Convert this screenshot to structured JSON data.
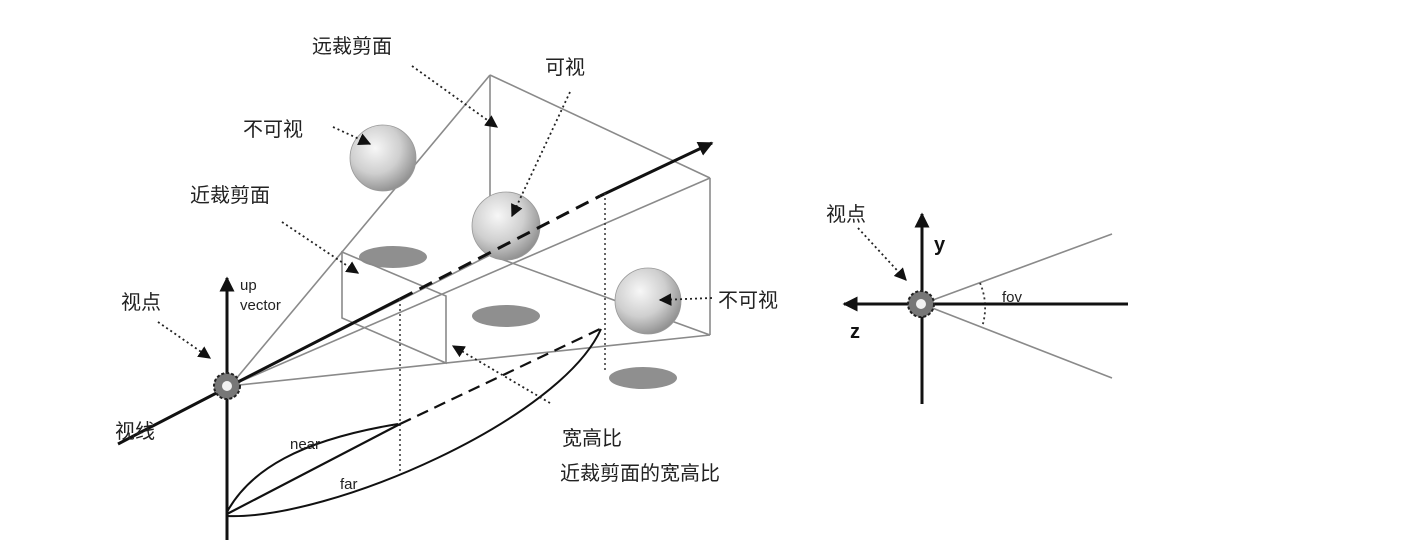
{
  "labels": {
    "far_plane": "远裁剪面",
    "visible": "可视",
    "invisible_left": "不可视",
    "near_plane": "近裁剪面",
    "eye_left": "视点",
    "up_vector_line1": "up",
    "up_vector_line2": "vector",
    "invisible_right": "不可视",
    "sight_line": "视线",
    "near": "near",
    "far": "far",
    "aspect": "宽高比",
    "aspect_desc": "近裁剪面的宽高比",
    "eye_right": "视点",
    "axis_y": "y",
    "axis_z": "z",
    "fov": "fov"
  },
  "colors": {
    "frustum_edge": "#8a8a8a",
    "axis": "#111111",
    "sphere_light": "#f2f2f2",
    "sphere_dark": "#8c8c8c",
    "shadow": "#8f8f8f"
  }
}
